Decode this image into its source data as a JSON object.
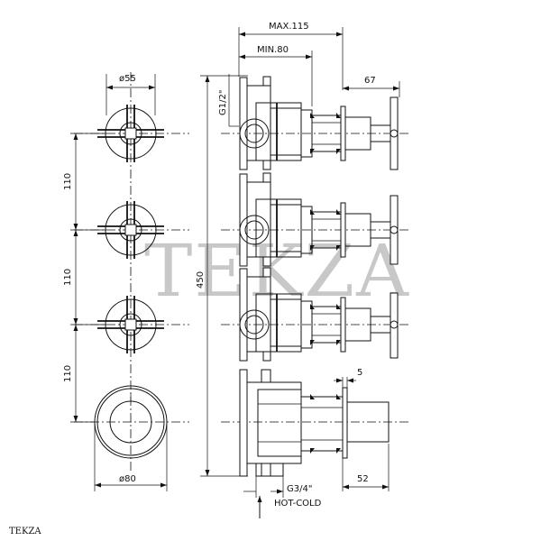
{
  "watermark": "TEKZA",
  "brand_logo": "TEKZA",
  "dimensions": {
    "max_width": "MAX.115",
    "min_width": "MIN.80",
    "handle_depth": "67",
    "knob_diameter": "ø55",
    "spacing_1": "110",
    "spacing_2": "110",
    "spacing_3": "110",
    "total_height": "450",
    "plate_diameter": "ø80",
    "thread_top": "G1/2\"",
    "thread_bottom": "G3/4\"",
    "plate_thickness": "5",
    "thermostat_depth": "52",
    "inlet_label": "HOT-COLD"
  }
}
